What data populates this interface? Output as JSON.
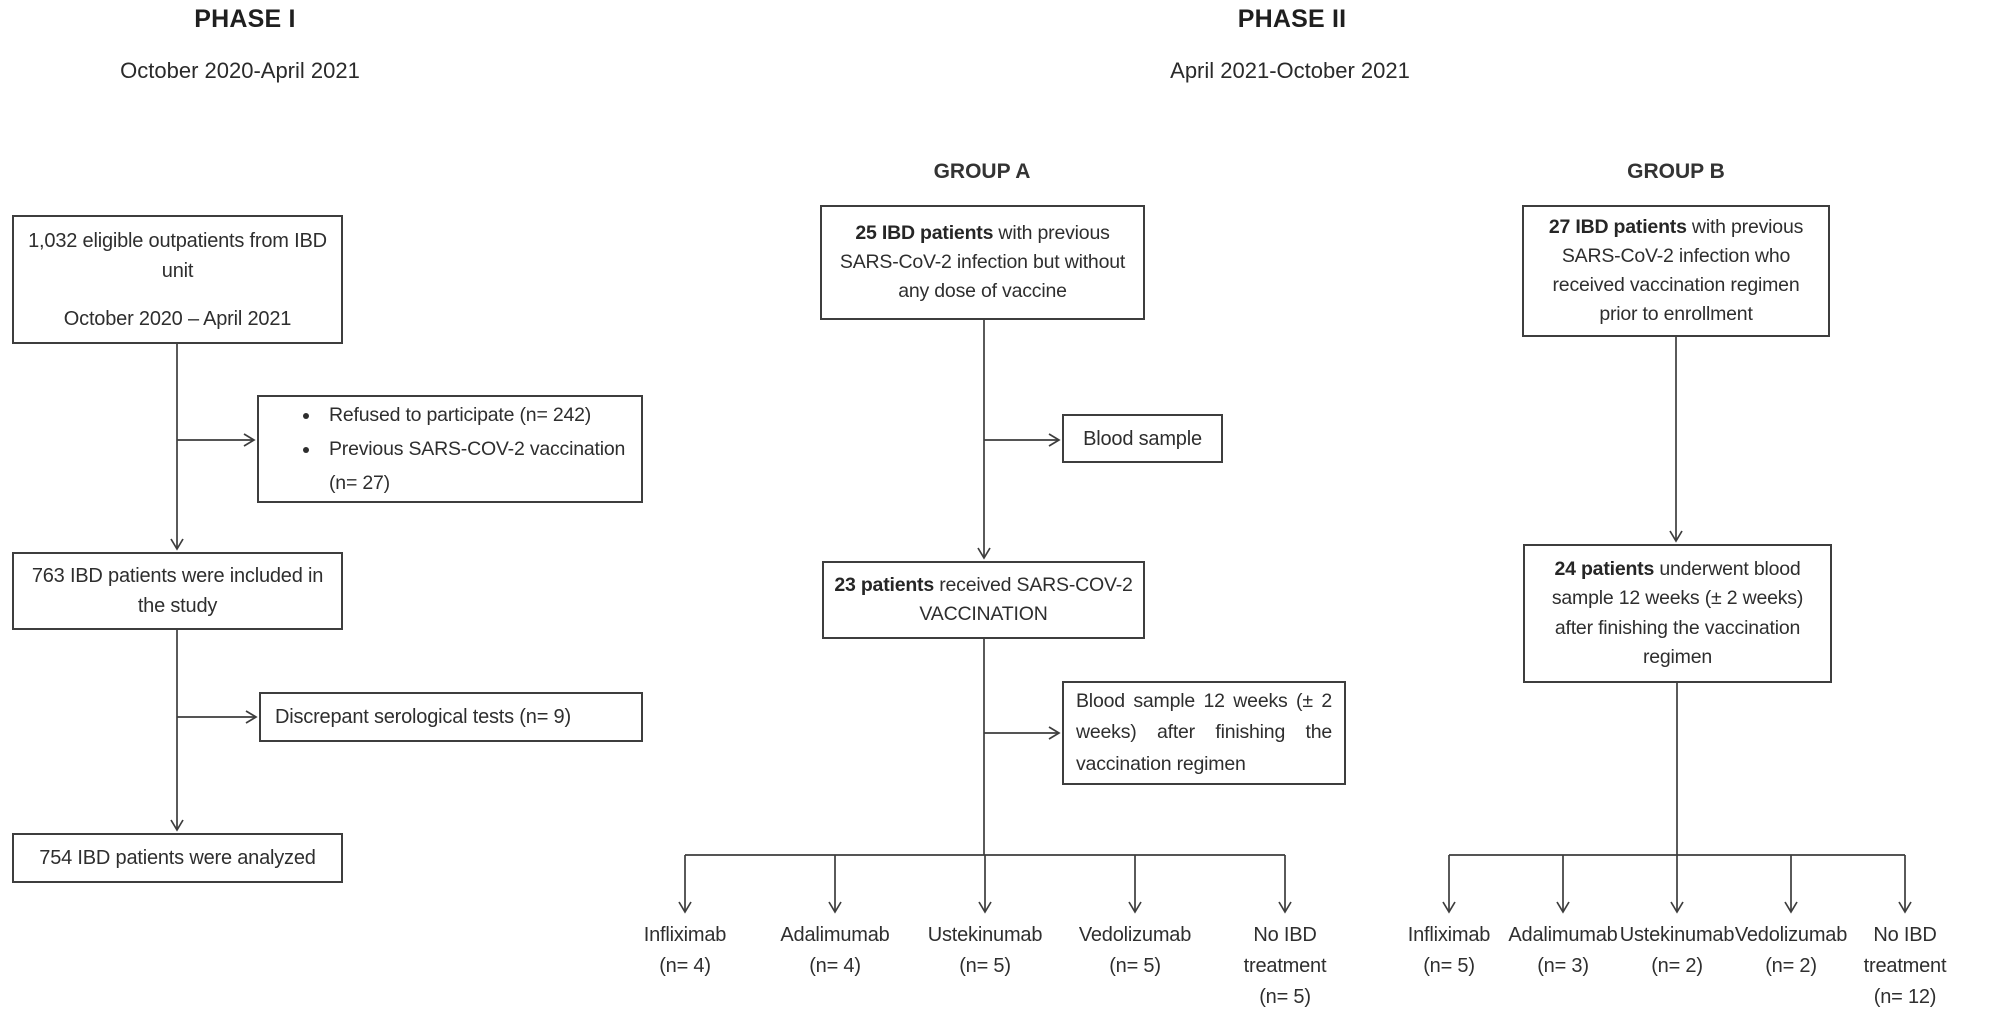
{
  "phase1": {
    "title": "PHASE I",
    "dates": "October 2020-April 2021"
  },
  "phase2": {
    "title": "PHASE II",
    "dates": "April 2021-October 2021"
  },
  "left": {
    "box1_line1": "1,032 eligible outpatients from IBD unit",
    "box1_line2": "October 2020 – April 2021",
    "exclusions": [
      "Refused to participate (n= 242)",
      "Previous SARS-COV-2 vaccination (n= 27)"
    ],
    "box2": "763 IBD patients were included in the study",
    "exclusion2": "Discrepant serological tests (n= 9)",
    "box3": "754 IBD patients were analyzed"
  },
  "groupA": {
    "label": "GROUP A",
    "box1_bold": "25 IBD patients",
    "box1_rest": " with previous SARS-CoV-2 infection but without any dose of vaccine",
    "side1": "Blood sample",
    "box2_bold": "23 patients",
    "box2_rest": " received SARS-COV-2 VACCINATION",
    "side2": "Blood sample 12 weeks (± 2 weeks) after finishing the vaccination regimen",
    "treatments": [
      {
        "name": "Infliximab",
        "n": "(n= 4)"
      },
      {
        "name": "Adalimumab",
        "n": "(n= 4)"
      },
      {
        "name": "Ustekinumab",
        "n": "(n= 5)"
      },
      {
        "name": "Vedolizumab",
        "n": "(n= 5)"
      },
      {
        "name": "No IBD treatment",
        "n": "(n= 5)"
      }
    ]
  },
  "groupB": {
    "label": "GROUP B",
    "box1_bold": "27 IBD patients",
    "box1_rest": " with previous SARS-CoV-2 infection who received vaccination regimen prior to enrollment",
    "box2_bold": "24 patients",
    "box2_rest": " underwent blood sample 12 weeks (± 2 weeks) after finishing the vaccination regimen",
    "treatments": [
      {
        "name": "Infliximab",
        "n": "(n= 5)"
      },
      {
        "name": "Adalimumab",
        "n": "(n= 3)"
      },
      {
        "name": "Ustekinumab",
        "n": "(n= 2)"
      },
      {
        "name": "Vedolizumab",
        "n": "(n= 2)"
      },
      {
        "name": "No IBD treatment",
        "n": "(n= 12)"
      }
    ]
  }
}
